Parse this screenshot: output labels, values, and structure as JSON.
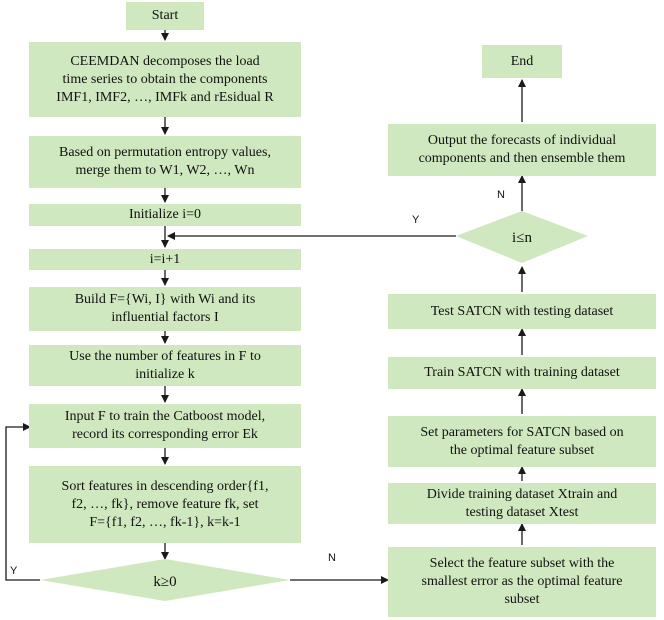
{
  "colors": {
    "box_fill": "#cfe8bf",
    "arrow": "#1a1a1a"
  },
  "left": {
    "start": "Start",
    "ceemdan": "CEEMDAN decomposes the load\ntime series to obtain the components\nIMF1, IMF2, …, IMFk and rEsidual R",
    "merge": "Based on permutation entropy values,\nmerge them to W1, W2, …, Wn",
    "init_i": "Initialize i=0",
    "inc_i": "i=i+1",
    "build_f": "Build F={Wi, I} with Wi and its\ninfluential factors I",
    "init_k": "Use the number of features in F to\ninitialize k",
    "catboost": "Input F to train the Catboost model,\nrecord its corresponding error Ek",
    "sort": "Sort features in descending order{f1,\nf2, …, fk}, remove feature fk, set\nF={f1, f2, …, fk-1}, k=k-1",
    "decision_k": "k≥0"
  },
  "right": {
    "end": "End",
    "output": "Output the forecasts of individual\ncomponents and then ensemble them",
    "decision_i": "i≤n",
    "test": "Test SATCN with testing dataset",
    "train": "Train SATCN with  training dataset",
    "set_params": "Set parameters for SATCN based on\nthe optimal feature subset",
    "divide": "Divide training dataset Xtrain and\ntesting dataset Xtest",
    "select": "Select the feature subset with the\nsmallest error as the optimal feature\nsubset"
  },
  "labels": {
    "y_left": "Y",
    "n_bottom": "N",
    "y_top": "Y",
    "n_right": "N"
  }
}
